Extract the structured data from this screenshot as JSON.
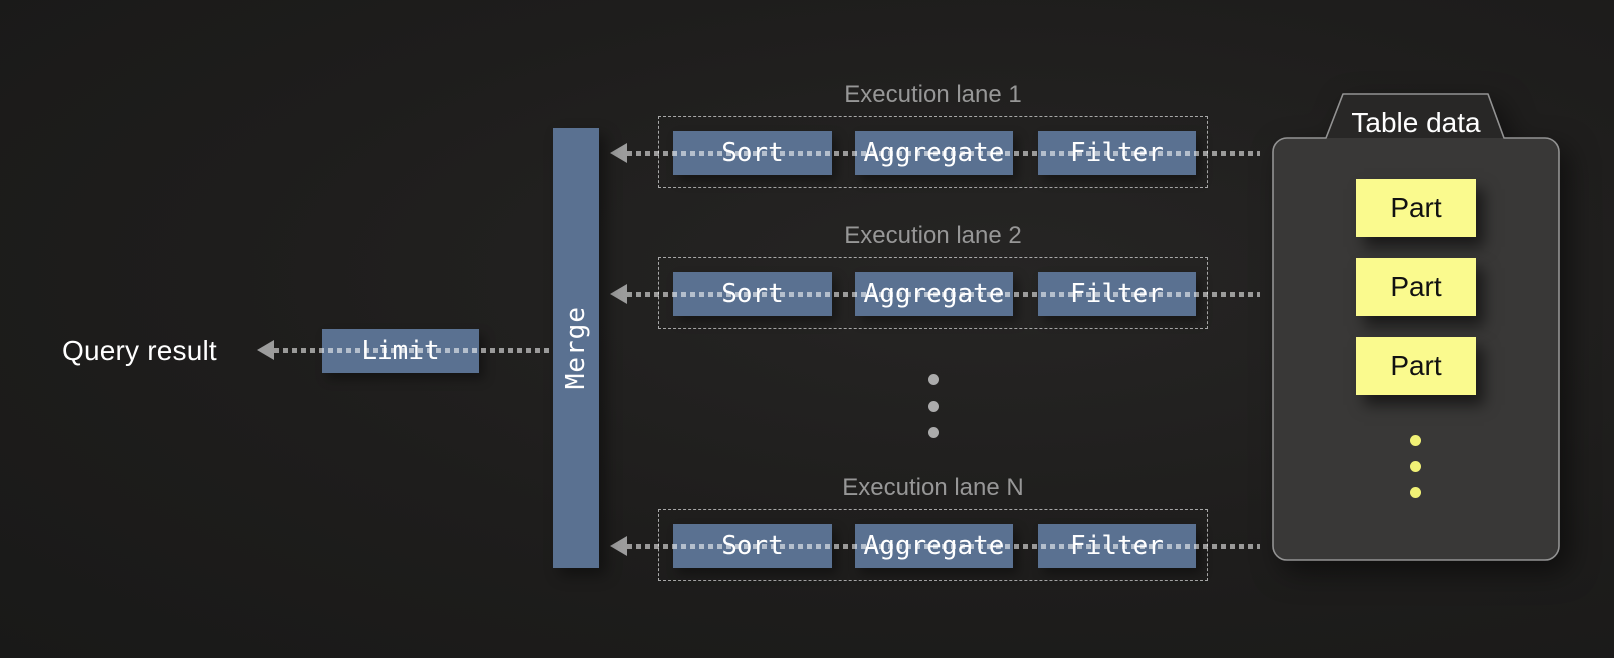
{
  "diagram": {
    "query_result_label": "Query result",
    "limit_label": "Limit",
    "merge_label": "Merge",
    "lanes": [
      {
        "title": "Execution lane 1",
        "ops": [
          "Sort",
          "Aggregate",
          "Filter"
        ]
      },
      {
        "title": "Execution lane 2",
        "ops": [
          "Sort",
          "Aggregate",
          "Filter"
        ]
      },
      {
        "title": "Execution lane N",
        "ops": [
          "Sort",
          "Aggregate",
          "Filter"
        ]
      }
    ],
    "table": {
      "title": "Table data",
      "parts": [
        "Part",
        "Part",
        "Part"
      ]
    },
    "colors": {
      "background": "#1e1d1c",
      "operator_box": "#5a7191",
      "part_box": "#fafa8e",
      "table_body": "#393837",
      "table_border": "#939393",
      "lane_border": "#a8a8a8",
      "lane_label": "#979797",
      "arrow": "#9c9c9c",
      "text_light": "#ffffff",
      "text_dark": "#111111"
    }
  }
}
